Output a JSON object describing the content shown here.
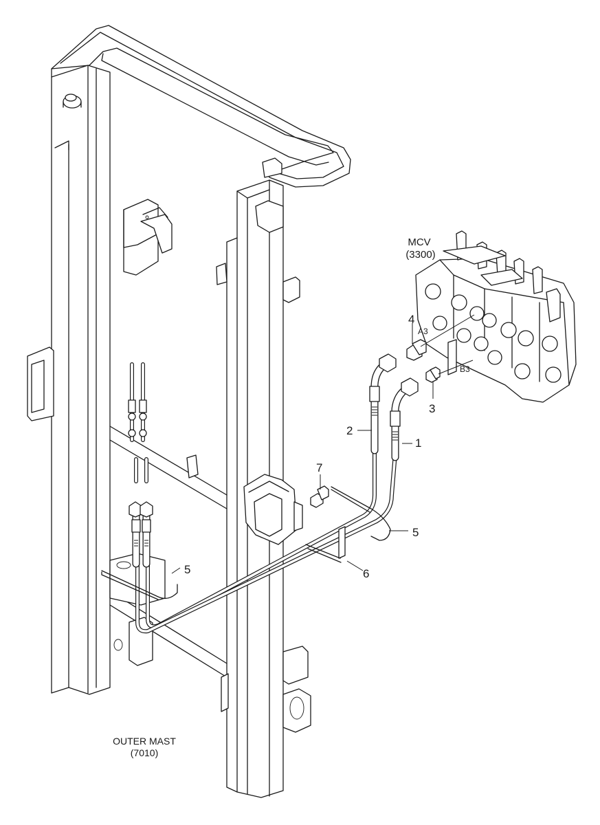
{
  "assemblies": {
    "mcv": {
      "name": "MCV",
      "code": "(3300)"
    },
    "outer_mast": {
      "name": "OUTER MAST",
      "code": "(7010)"
    }
  },
  "port_labels": {
    "a3": "A3",
    "b3": "B3"
  },
  "callouts": {
    "c1": "1",
    "c2": "2",
    "c3": "3",
    "c4": "4",
    "c5a": "5",
    "c5b": "5",
    "c6": "6",
    "c7": "7"
  }
}
